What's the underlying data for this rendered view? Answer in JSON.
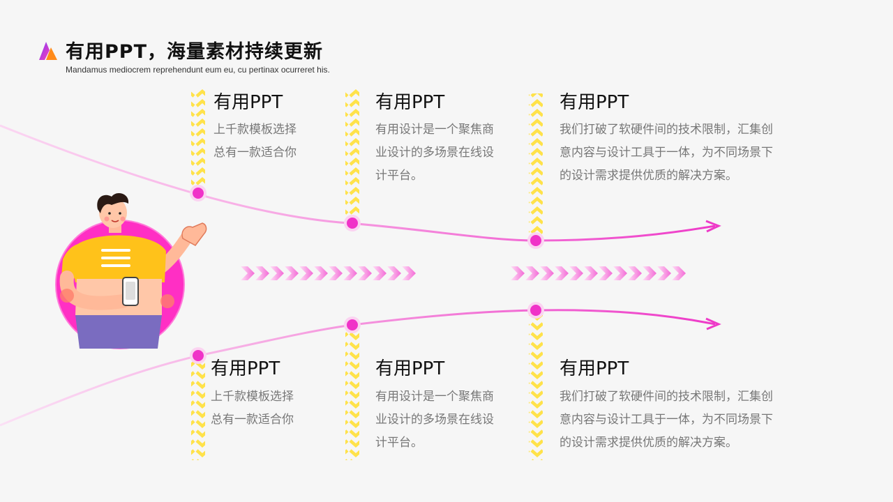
{
  "header": {
    "title": "有用PPT，海量素材持续更新",
    "subtitle": "Mandamus mediocrem reprehendunt eum eu, cu pertinax ocurreret his."
  },
  "timeline_top": [
    {
      "heading": "有用PPT",
      "lines": [
        "上千款模板选择",
        "总有一款适合你"
      ]
    },
    {
      "heading": "有用PPT",
      "lines": [
        "有用设计是一个聚焦商",
        "业设计的多场景在线设",
        "计平台。"
      ]
    },
    {
      "heading": "有用PPT",
      "lines": [
        "我们打破了软硬件间的技术限制，汇集创",
        "意内容与设计工具于一体，为不同场景下",
        "的设计需求提供优质的解决方案。"
      ]
    }
  ],
  "timeline_bottom": [
    {
      "heading": "有用PPT",
      "lines": [
        "上千款模板选择",
        "总有一款适合你"
      ]
    },
    {
      "heading": "有用PPT",
      "lines": [
        "有用设计是一个聚焦商",
        "业设计的多场景在线设",
        "计平台。"
      ]
    },
    {
      "heading": "有用PPT",
      "lines": [
        "我们打破了软硬件间的技术限制，汇集创",
        "意内容与设计工具于一体，为不同场景下",
        "的设计需求提供优质的解决方案。"
      ]
    }
  ],
  "colors": {
    "accent_magenta": "#f032c8",
    "curve_light": "#f7c6ec",
    "chevron_yellow": "#ffe24a",
    "shirt": "#ffc21a",
    "circle_bg": "#ff2fc4"
  }
}
